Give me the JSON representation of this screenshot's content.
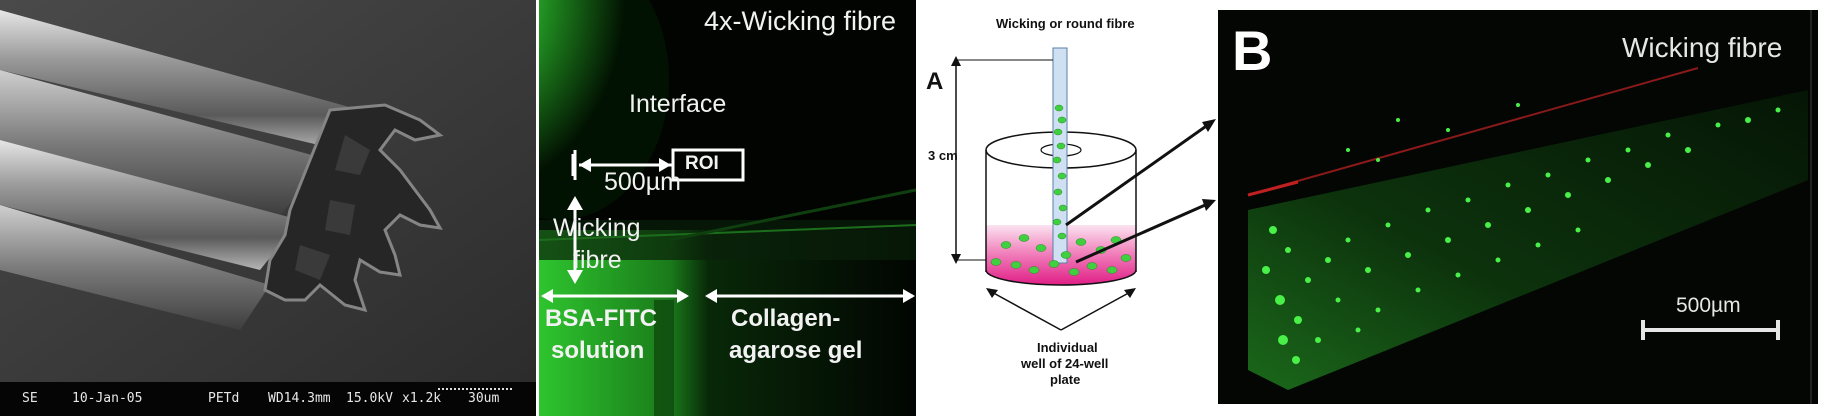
{
  "panels": {
    "sem": {
      "footer": {
        "mode": "SE",
        "date": "10-Jan-05",
        "sample": "PETd",
        "wd": "WD14.3mm",
        "kv": "15.0kV",
        "mag": "x1.2k",
        "scale": "30um"
      }
    },
    "wicking": {
      "title": "4x-Wicking fibre",
      "interface": "Interface",
      "roi": "ROI",
      "distance": "500µm",
      "fibre_line1": "Wicking",
      "fibre_line2": "fibre",
      "bsa_line1": "BSA-FITC",
      "bsa_line2": "solution",
      "gel_line1": "Collagen-",
      "gel_line2": "agarose gel"
    },
    "schematic": {
      "panel_letter": "A",
      "top_label": "Wicking or round fibre",
      "height_label": "3 cm",
      "bottom_line1": "Individual",
      "bottom_line2": "well of 24-well",
      "bottom_line3": "plate"
    },
    "panel_b": {
      "panel_letter": "B",
      "title": "Wicking fibre",
      "scale": "500µm"
    }
  },
  "colors": {
    "fluorescence": "#39e639",
    "pink_medium": "#e8208a",
    "fibre_blue": "#cfe0f2"
  }
}
